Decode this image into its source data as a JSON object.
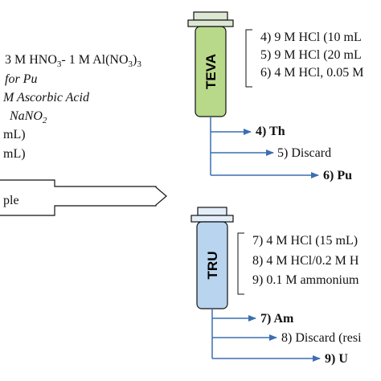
{
  "left_conditions": {
    "line1_prefix": "3 M HNO",
    "line1_sub1": "3",
    "line1_mid": "- 1 M Al(NO",
    "line1_sub2": "3",
    "line1_close": ")",
    "line1_sub3": "3",
    "line2": "for Pu",
    "line3": "M Ascorbic Acid",
    "line4_prefix": "NaNO",
    "line4_sub": "2",
    "line5": "mL)",
    "line6": "mL)"
  },
  "sample_box": {
    "label": "ple"
  },
  "teva": {
    "label": "TEVA",
    "color": "#b9d98a",
    "steps": [
      "4) 9 M HCl (10 mL",
      "5) 9 M HCl (20 mL",
      "6) 4 M HCl, 0.05 M"
    ],
    "outputs": [
      "4) Th",
      "5) Discard",
      "6) Pu"
    ]
  },
  "tru": {
    "label": "TRU",
    "color": "#b8d4ee",
    "steps": [
      "7) 4 M HCl (15 mL)",
      "8) 4 M HCl/0.2 M H",
      "9) 0.1 M ammonium"
    ],
    "outputs": [
      "7) Am",
      "8) Discard (resi",
      "9) U"
    ]
  }
}
